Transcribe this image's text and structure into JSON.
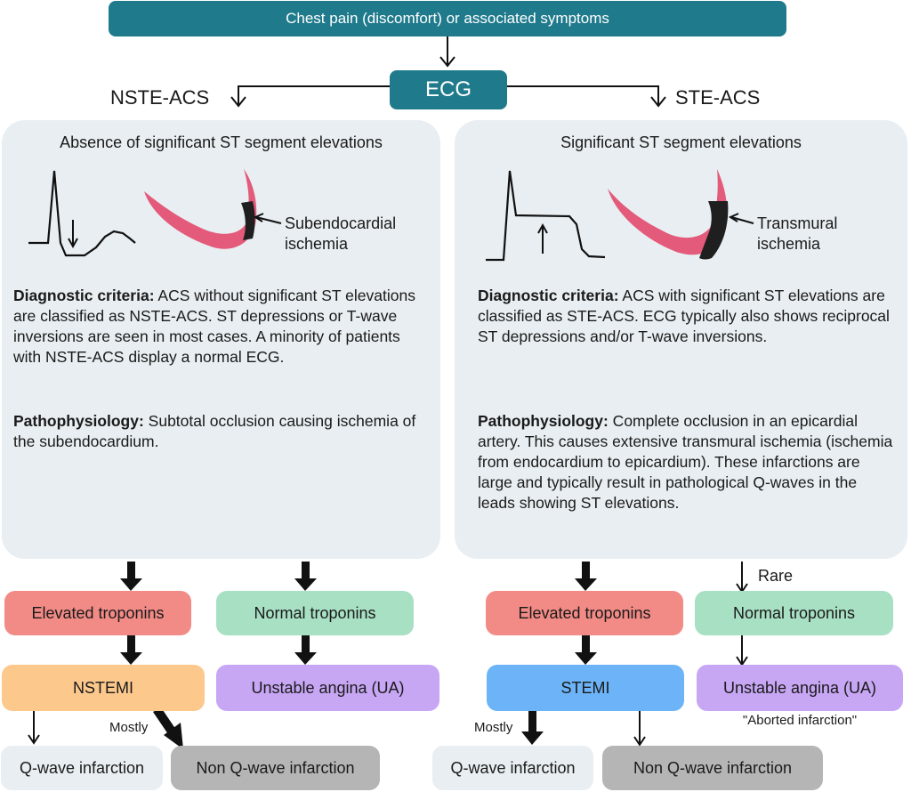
{
  "top_box": "Chest pain (discomfort) or associated symptoms",
  "ecg_box": "ECG",
  "left_branch_label": "NSTE-ACS",
  "right_branch_label": "STE-ACS",
  "left_panel": {
    "title": "Absence of significant ST segment elevations",
    "figure_label_line1": "Subendocardial",
    "figure_label_line2": "ischemia",
    "diag_bold": "Diagnostic criteria:",
    "diag_text": " ACS without significant ST elevations are classified as NSTE-ACS. ST depressions or T-wave inversions are seen in most cases. A minority of patients with NSTE-ACS display a normal ECG.",
    "patho_bold": "Pathophysiology:",
    "patho_text": " Subtotal occlusion causing ischemia of the subendocardium."
  },
  "right_panel": {
    "title": "Significant ST segment elevations",
    "figure_label_line1": "Transmural",
    "figure_label_line2": "ischemia",
    "diag_bold": "Diagnostic criteria:",
    "diag_text": " ACS with significant ST elevations are classified as STE-ACS. ECG typically also shows reciprocal ST depressions and/or T-wave inversions.",
    "patho_bold": "Pathophysiology:",
    "patho_text": " Complete occlusion in an epicardial artery. This causes extensive transmural ischemia (ischemia from endocardium to epicardium). These infarctions are large and typically result in pathological Q-waves in the leads showing ST elevations."
  },
  "boxes": {
    "left_elevated": "Elevated troponins",
    "left_normal": "Normal  troponins",
    "nstemi": "NSTEMI",
    "left_ua": "Unstable angina (UA)",
    "left_qwave": "Q-wave infarction",
    "left_nonq": "Non Q-wave infarction",
    "right_elevated": "Elevated troponins",
    "right_normal": "Normal troponins",
    "stemi": "STEMI",
    "right_ua": "Unstable angina (UA)",
    "right_qwave": "Q-wave infarction",
    "right_nonq": "Non Q-wave infarction"
  },
  "labels": {
    "left_mostly": "Mostly",
    "right_mostly": "Mostly",
    "rare": "Rare",
    "aborted": "\"Aborted infarction\""
  },
  "colors": {
    "teal": "#1f7a8c",
    "panel": "#e8eef2",
    "heart_pink": "#e35a7a",
    "elevated_red": "#f28b86",
    "normal_green": "#a8e0c4",
    "nstemi_orange": "#fcc88c",
    "ua_purple": "#c7a6f4",
    "stemi_blue": "#6cb4f7",
    "nonq_gray": "#b5b5b5"
  }
}
